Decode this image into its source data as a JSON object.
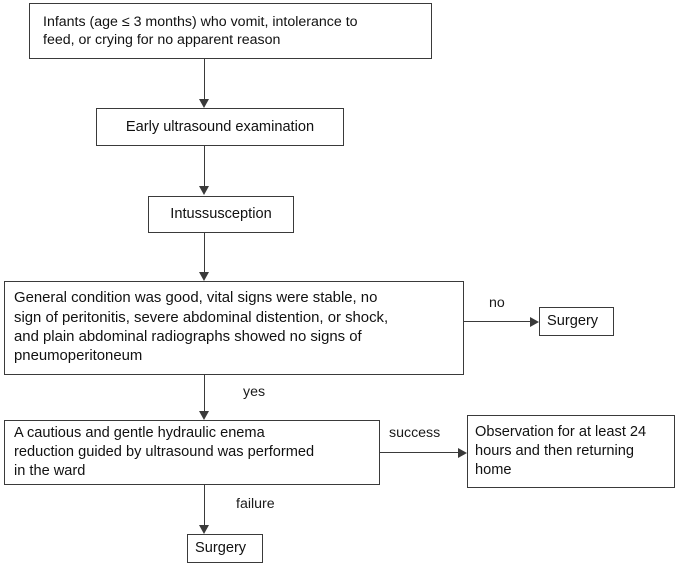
{
  "diagram": {
    "title": "Clinical management flowchart for infant intussusception",
    "type": "flowchart",
    "nodes": [
      {
        "id": "symptoms",
        "label": "Infants (age ≤ 3 months) who vomit, intolerance to\n feed, or crying for no apparent reason",
        "shape": "rectangle"
      },
      {
        "id": "ultrasound",
        "label": "Early ultrasound examination",
        "shape": "rectangle"
      },
      {
        "id": "intussusception",
        "label": "Intussusception",
        "shape": "rectangle"
      },
      {
        "id": "condition",
        "label": "General condition was good, vital signs were stable,  no\nsign of peritonitis, severe abdominal distention, or shock,\nand plain abdominal radiographs showed no signs of\npneumoperitoneum",
        "shape": "rectangle"
      },
      {
        "id": "surgery_no",
        "label": "Surgery",
        "shape": "rectangle"
      },
      {
        "id": "enema",
        "label": "A cautious and gentle hydraulic enema\nreduction guided by ultrasound was performed\nin the ward",
        "shape": "rectangle"
      },
      {
        "id": "observation",
        "label": "Observation for at least 24\nhours and  then returning\nhome",
        "shape": "rectangle"
      },
      {
        "id": "surgery_failure",
        "label": "Surgery",
        "shape": "rectangle"
      }
    ],
    "edges": [
      {
        "id": "e1",
        "from": "symptoms",
        "to": "ultrasound",
        "label": ""
      },
      {
        "id": "e2",
        "from": "ultrasound",
        "to": "intussusception",
        "label": ""
      },
      {
        "id": "e3",
        "from": "intussusception",
        "to": "condition",
        "label": ""
      },
      {
        "id": "e4",
        "from": "condition",
        "to": "surgery_no",
        "label": "no"
      },
      {
        "id": "e5",
        "from": "condition",
        "to": "enema",
        "label": "yes"
      },
      {
        "id": "e6",
        "from": "enema",
        "to": "observation",
        "label": "success"
      },
      {
        "id": "e7",
        "from": "enema",
        "to": "surgery_failure",
        "label": "failure"
      }
    ],
    "colors": {
      "background": "#ffffff",
      "stroke": "#3a3a3a",
      "text": "#111111"
    }
  }
}
